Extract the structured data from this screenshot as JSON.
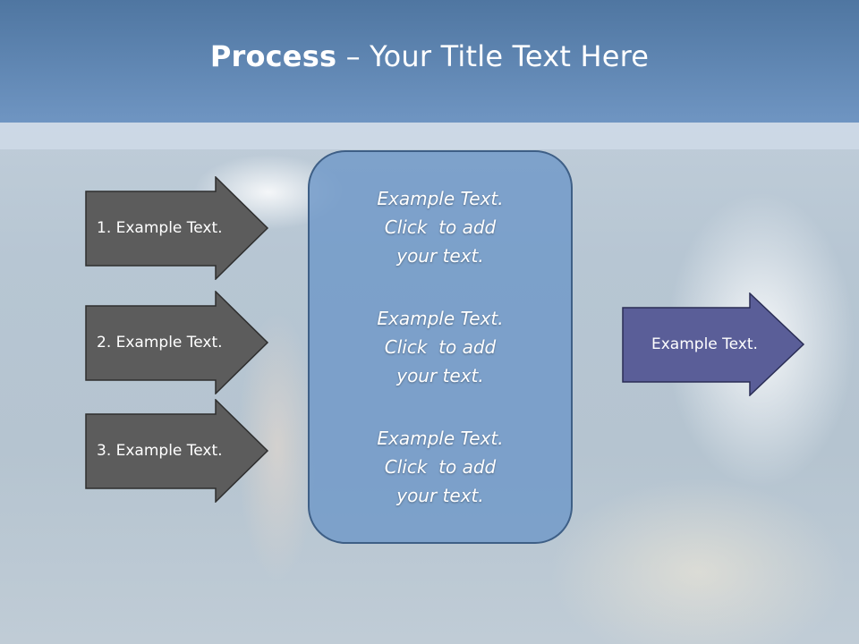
{
  "slide": {
    "title_bold": "Process",
    "title_rest": " – Your Title Text Here"
  },
  "left_arrows": [
    {
      "label": "1. Example Text."
    },
    {
      "label": "2. Example Text."
    },
    {
      "label": "3. Example Text."
    }
  ],
  "center_box": {
    "blocks": [
      {
        "line1": "Example Text.",
        "line2": "Click  to add",
        "line3": "your text."
      },
      {
        "line1": "Example Text.",
        "line2": "Click  to add",
        "line3": "your text."
      },
      {
        "line1": "Example Text.",
        "line2": "Click  to add",
        "line3": "your text."
      }
    ]
  },
  "right_arrow": {
    "label": "Example Text."
  },
  "colors": {
    "title_bar": "#5b83b0",
    "left_arrow_fill": "#5c5c5c",
    "right_arrow_fill": "#5a5e98",
    "center_box_fill": "#7aa2cf"
  }
}
